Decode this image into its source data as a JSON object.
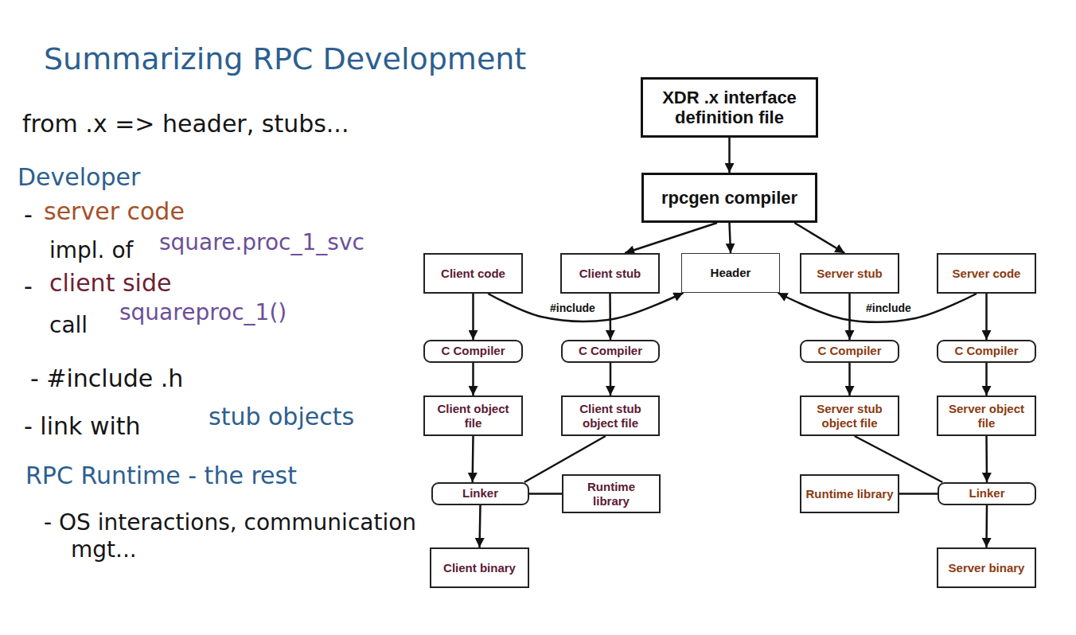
{
  "diagram": {
    "title": "Summarizing RPC Development",
    "nodes": [
      {
        "text": [
          "XDR .x interface definition file"
        ]
      },
      {
        "text": [
          "rpcgen compiler"
        ]
      },
      {
        "text": [
          "Client code"
        ]
      },
      {
        "text": [
          "Client stub"
        ]
      },
      {
        "text": [
          "Header"
        ]
      },
      {
        "text": [
          "Server stub"
        ]
      },
      {
        "text": [
          "Server code"
        ]
      },
      {
        "text": [
          "C Compiler"
        ]
      },
      {
        "text": [
          "C Compiler"
        ]
      },
      {
        "text": [
          "C Compiler"
        ]
      },
      {
        "text": [
          "C Compiler"
        ]
      },
      {
        "text": [
          "Client object file"
        ]
      },
      {
        "text": [
          "Client stub object file"
        ]
      },
      {
        "text": [
          "Server stub object file"
        ]
      },
      {
        "text": [
          "Server object file"
        ]
      },
      {
        "text": [
          "Linker"
        ]
      },
      {
        "text": [
          "Runtime library"
        ]
      },
      {
        "text": [
          "Runtime library"
        ]
      },
      {
        "text": [
          "Linker"
        ]
      },
      {
        "text": [
          "Client binary"
        ]
      },
      {
        "text": [
          "Server binary"
        ]
      }
    ],
    "edges": [
      {
        "from": 0,
        "to": 1,
        "arrow": "to"
      },
      {
        "from": 1,
        "to": 3,
        "arrow": "to"
      },
      {
        "from": 1,
        "to": 4,
        "arrow": "to"
      },
      {
        "from": 1,
        "to": 5,
        "arrow": "to"
      },
      {
        "from": 2,
        "to": 4,
        "label": "#include",
        "arrow": "to"
      },
      {
        "from": 6,
        "to": 4,
        "label": "#include",
        "arrow": "to"
      },
      {
        "from": 2,
        "to": 7,
        "arrow": "to"
      },
      {
        "from": 3,
        "to": 8,
        "arrow": "to"
      },
      {
        "from": 5,
        "to": 9,
        "arrow": "to"
      },
      {
        "from": 6,
        "to": 10,
        "arrow": "to"
      },
      {
        "from": 7,
        "to": 11,
        "arrow": "to"
      },
      {
        "from": 8,
        "to": 12,
        "arrow": "to"
      },
      {
        "from": 9,
        "to": 13,
        "arrow": "to"
      },
      {
        "from": 10,
        "to": 14,
        "arrow": "to"
      },
      {
        "from": 11,
        "to": 15,
        "arrow": "to"
      },
      {
        "from": 12,
        "to": 15,
        "arrow": "none"
      },
      {
        "from": 15,
        "to": 16,
        "arrow": "none"
      },
      {
        "from": 15,
        "to": 19,
        "arrow": "to"
      },
      {
        "from": 13,
        "to": 18,
        "arrow": "none"
      },
      {
        "from": 17,
        "to": 18,
        "arrow": "none"
      },
      {
        "from": 14,
        "to": 18,
        "arrow": "to"
      },
      {
        "from": 18,
        "to": 20,
        "arrow": "to"
      }
    ],
    "labels": [
      "from .x => header, stubs...",
      "Developer",
      "-",
      "server code",
      "impl. of",
      "square.proc_1_svc",
      "-",
      "client side",
      "call",
      "squareproc_1()",
      "- #include .h",
      "- link with",
      "stub objects",
      "RPC Runtime - the rest",
      "- OS interactions, communication mgt..."
    ]
  }
}
